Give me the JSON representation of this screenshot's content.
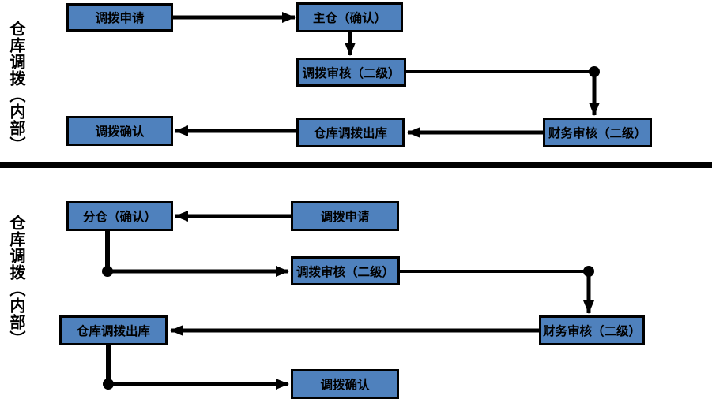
{
  "diagram": {
    "title": "",
    "colors": {
      "node_fill": "#4f81bd",
      "node_border": "#000000",
      "connector": "#000000",
      "background": "#ffffff"
    },
    "sections": [
      {
        "label": "仓库调拨（内部）",
        "nodes": {
          "apply": "调拨申请",
          "main_confirm": "主仓（确认）",
          "review": "调拨审核（二级）",
          "finance": "财务审核（二级）",
          "outbound": "仓库调拨出库",
          "confirm": "调拨确认"
        },
        "flows": [
          {
            "from": "调拨申请",
            "to": "主仓（确认）"
          },
          {
            "from": "主仓（确认）",
            "to": "调拨审核（二级）"
          },
          {
            "from": "调拨审核（二级）",
            "to": "财务审核（二级）"
          },
          {
            "from": "财务审核（二级）",
            "to": "仓库调拨出库"
          },
          {
            "from": "仓库调拨出库",
            "to": "调拨确认"
          }
        ]
      },
      {
        "label": "仓库调拨（内部）",
        "nodes": {
          "branch_confirm": "分仓（确认）",
          "apply": "调拨申请",
          "review": "调拨审核（二级）",
          "finance": "财务审核（二级）",
          "outbound": "仓库调拨出库",
          "confirm": "调拨确认"
        },
        "flows": [
          {
            "from": "调拨申请",
            "to": "分仓（确认）"
          },
          {
            "from": "分仓（确认）",
            "to": "调拨审核（二级）"
          },
          {
            "from": "调拨审核（二级）",
            "to": "财务审核（二级）"
          },
          {
            "from": "财务审核（二级）",
            "to": "仓库调拨出库"
          },
          {
            "from": "仓库调拨出库",
            "to": "调拨确认"
          }
        ]
      }
    ]
  }
}
